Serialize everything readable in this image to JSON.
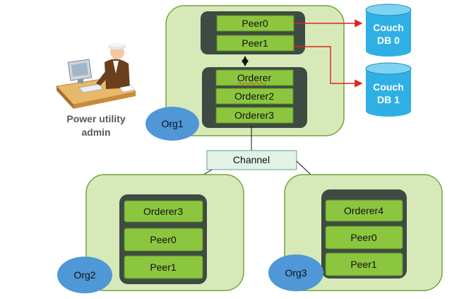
{
  "admin": {
    "label_line1": "Power utility",
    "label_line2": "admin"
  },
  "org1": {
    "name": "Org1",
    "peers": [
      "Peer0",
      "Peer1"
    ],
    "orderers": [
      "Orderer",
      "Orderer2",
      "Orderer3"
    ]
  },
  "couchdb": [
    {
      "line1": "Couch",
      "line2": "DB 0"
    },
    {
      "line1": "Couch",
      "line2": "DB 1"
    }
  ],
  "channel": {
    "label": "Channel"
  },
  "org2": {
    "name": "Org2",
    "nodes": [
      "Orderer3",
      "Peer0",
      "Peer1"
    ]
  },
  "org3": {
    "name": "Org3",
    "nodes": [
      "Orderer4",
      "Peer0",
      "Peer1"
    ]
  },
  "colors": {
    "org_fill": "#d7e9b9",
    "org_stroke": "#77a33a",
    "container_fill": "#3d4b43",
    "node_fill": "#8cc63f",
    "node_stroke": "#5c8a22",
    "oval_fill": "#4f97d6",
    "cylinder_fill": "#2fb0e5",
    "channel_fill": "#e2f2e6",
    "channel_stroke": "#6aa17a",
    "red_arrow": "#e0241c"
  }
}
